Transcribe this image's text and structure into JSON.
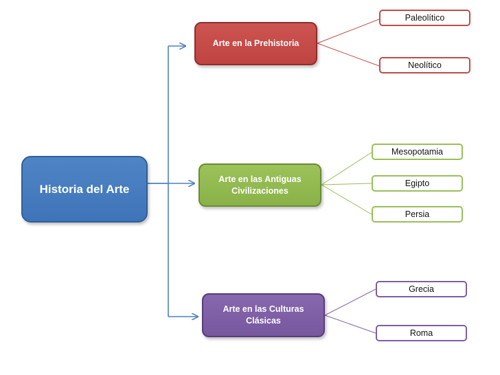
{
  "root": {
    "label": "Historia del Arte",
    "color": "#4a7ebf"
  },
  "categories": [
    {
      "label": "Arte en la Prehistoria",
      "color": "#c0504d",
      "children": [
        "Paleolítico",
        "Neolítico"
      ]
    },
    {
      "label": "Arte en las Antiguas Civilizaciones",
      "color": "#9bbb59",
      "children": [
        "Mesopotamia",
        "Egipto",
        "Persia"
      ]
    },
    {
      "label": "Arte en las Culturas Clásicas",
      "color": "#8064a2",
      "children": [
        "Grecia",
        "Roma"
      ]
    }
  ],
  "connector_color": "#4f81bd"
}
